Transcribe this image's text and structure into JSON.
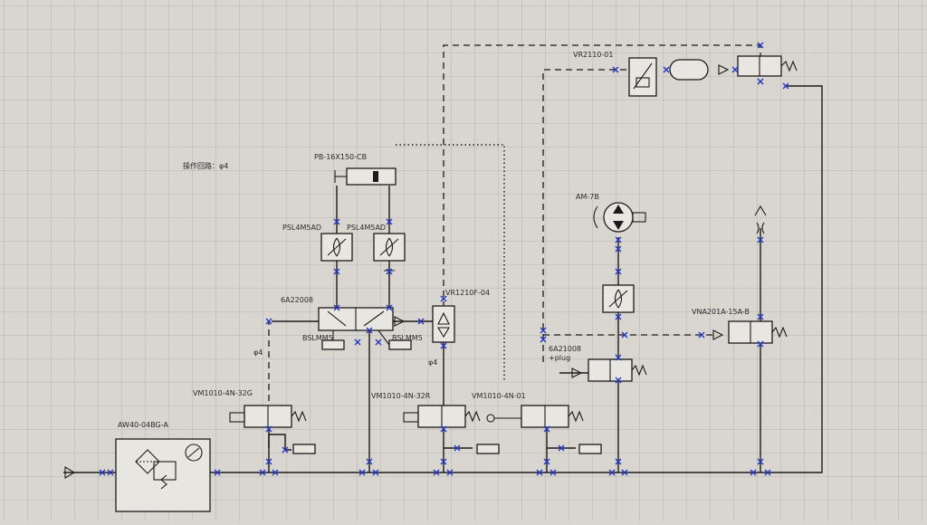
{
  "diagram": {
    "note": "操作回路：φ4",
    "labels": {
      "cylinder": "PB-16X150-CB",
      "speed_left": "PSL4M5AD",
      "speed_right": "PSL4M5AD",
      "valve_main": "6A22008",
      "silencer_left": "BSLMM5",
      "silencer_right": "BSLMM5",
      "tube_left": "φ4",
      "tube_mid": "φ4",
      "regulator": "VR1210F-04",
      "timer_valve": "VR2110-01",
      "motor": "AM-7B",
      "valve_right": "6A21008",
      "valve_right_sub": "+plug",
      "air_valve": "VNA201A-15A-B",
      "mech_1": "VM1010-4N-32G",
      "mech_2": "VM1010-4N-32R",
      "mech_3": "VM1010-4N-01",
      "frl": "AW40-04BG-A"
    },
    "colors": {
      "connection": "#2436c9",
      "line": "#1b1b1b",
      "grid": "#9a9894"
    }
  }
}
